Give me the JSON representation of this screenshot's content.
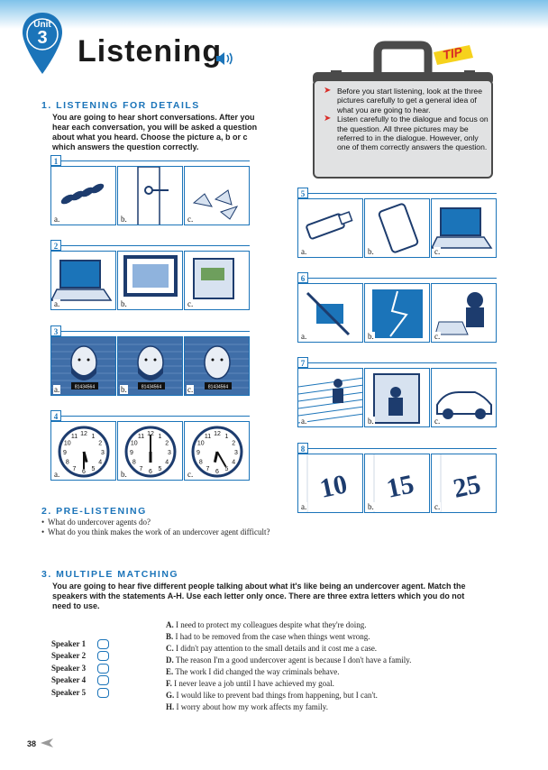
{
  "header": {
    "unit_label": "Unit",
    "unit_number": "3",
    "title": "Listening"
  },
  "tip": {
    "label": "TIP",
    "items": [
      "Before you start listening, look at the three pictures carefully to get a general idea of what you are going to hear.",
      "Listen carefully to the dialogue and focus on the question. All three pictures may be referred to in the dialogue. However, only one of them correctly answers the question."
    ]
  },
  "section1": {
    "heading": "1. LISTENING FOR DETAILS",
    "instructions": "You are going to hear short conversations. After you hear each conversation, you will be asked a question about what you heard. Choose the picture a, b or c which answers the question correctly.",
    "option_labels": [
      "a.",
      "b.",
      "c."
    ],
    "questions": [
      {
        "number": "1",
        "pictures": [
          "footprints-on-floor",
          "key-in-door-lock",
          "broken-glass-shards"
        ]
      },
      {
        "number": "2",
        "pictures": [
          "laptop",
          "framed-painting",
          "open-safe-with-cash"
        ]
      },
      {
        "number": "3",
        "pictures": [
          "suspect-mugshot-bearded",
          "suspect-mugshot-bearded-frowning",
          "suspect-mugshot-worried"
        ],
        "mugshot_ids": [
          "81434564",
          "81434564",
          "81434564"
        ]
      },
      {
        "number": "4",
        "pictures": [
          "clock-5-30",
          "clock-6-00",
          "clock-6-25"
        ]
      },
      {
        "number": "5",
        "pictures": [
          "usb-flash-drive",
          "smartphone",
          "laptop"
        ]
      },
      {
        "number": "6",
        "pictures": [
          "chain-cutter-on-lock",
          "shattered-window",
          "hacker-at-laptop"
        ]
      },
      {
        "number": "7",
        "pictures": [
          "climber-on-rooftop",
          "burglar-in-window",
          "car-with-broken-window"
        ]
      },
      {
        "number": "8",
        "pictures": [
          "calendar-10",
          "calendar-15",
          "calendar-25"
        ],
        "dates": [
          "10",
          "15",
          "25"
        ]
      }
    ]
  },
  "section2": {
    "heading": "2. PRE-LISTENING",
    "questions": [
      "What do undercover agents do?",
      "What do you think makes the work of an undercover agent difficult?"
    ]
  },
  "section3": {
    "heading": "3. MULTIPLE MATCHING",
    "instructions": "You are going to hear five different people talking about what it's like being an undercover agent. Match the speakers with the statements A-H. Use each letter only once. There are three extra letters which you do not need to use.",
    "speakers": [
      "Speaker 1",
      "Speaker 2",
      "Speaker 3",
      "Speaker 4",
      "Speaker 5"
    ],
    "statements": [
      {
        "letter": "A.",
        "text": "I need to protect my colleagues despite what they're doing."
      },
      {
        "letter": "B.",
        "text": "I had to be removed from the case when things went wrong."
      },
      {
        "letter": "C.",
        "text": "I didn't pay attention to the small details and it cost me a case."
      },
      {
        "letter": "D.",
        "text": "The reason I'm a good undercover agent is because I don't have a family."
      },
      {
        "letter": "E.",
        "text": "The work I did changed the way criminals behave."
      },
      {
        "letter": "F.",
        "text": "I never leave a job until I have achieved my goal."
      },
      {
        "letter": "G.",
        "text": "I would like to prevent bad things from happening, but I can't."
      },
      {
        "letter": "H.",
        "text": "I worry about how my work affects my family."
      }
    ]
  },
  "footer": {
    "page_number": "38"
  },
  "colors": {
    "accent": "#1b74b9",
    "tip_arrow": "#d92c27",
    "tip_panel": "#e1e2e3"
  }
}
